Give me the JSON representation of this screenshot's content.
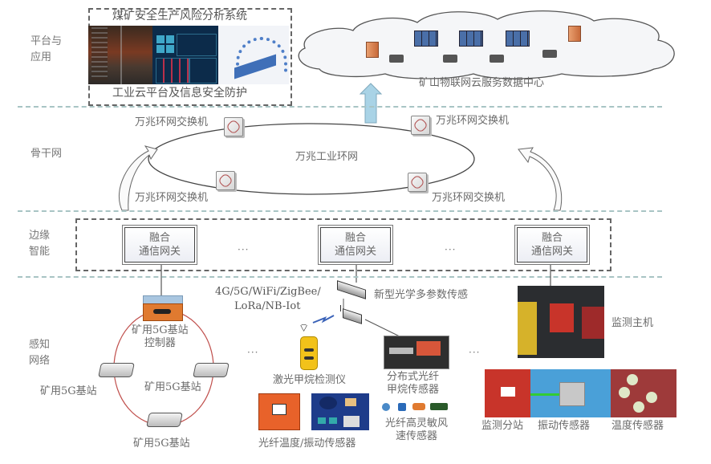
{
  "layers": {
    "platform": "平台与\n应用",
    "backbone": "骨干网",
    "edge": "边缘\n智能",
    "perception": "感知\n网络"
  },
  "platform": {
    "system_title": "煤矿安全生产风险分析系统",
    "cloud_platform": "工业云平台及信息安全防护",
    "data_center": "矿山物联网云服务数据中心"
  },
  "backbone": {
    "ring": "万兆工业环网",
    "switches": [
      "万兆环网交换机",
      "万兆环网交换机",
      "万兆环网交换机",
      "万兆环网交换机"
    ]
  },
  "edge": {
    "gateways": [
      {
        "line1": "融合",
        "line2": "通信网关"
      },
      {
        "line1": "融合",
        "line2": "通信网关"
      },
      {
        "line1": "融合",
        "line2": "通信网关"
      }
    ],
    "ellipsis": "···"
  },
  "perception": {
    "protocols_line1": "4G/5G/WiFi/ZigBee/",
    "protocols_line2": "LoRa/NB-Iot",
    "controller_line1": "矿用5G基站",
    "controller_line2": "控制器",
    "base_stations": [
      "矿用5G基站",
      "矿用5G基站",
      "矿用5G基站"
    ],
    "optical_sensor": "新型光学多参数传感",
    "laser_detector": "激光甲烷检测仪",
    "distributed_fiber_line1": "分布式光纤",
    "distributed_fiber_line2": "甲烷传感器",
    "fiber_temp_vib": "光纤温度/振动传感器",
    "fiber_wind_line1": "光纤高灵敏风",
    "fiber_wind_line2": "速传感器",
    "monitor_host": "监测主机",
    "monitor_substation": "监测分站",
    "vibration_sensor": "振动传感器",
    "temperature_sensor": "温度传感器",
    "ellipsis": "···"
  },
  "colors": {
    "separator": "#a8c4c4",
    "uplink_arrow": "#a9d3e6",
    "ring_5g": "#c0504d",
    "server_blue": "#4a6fa8",
    "server_orange": "#d9824a"
  }
}
